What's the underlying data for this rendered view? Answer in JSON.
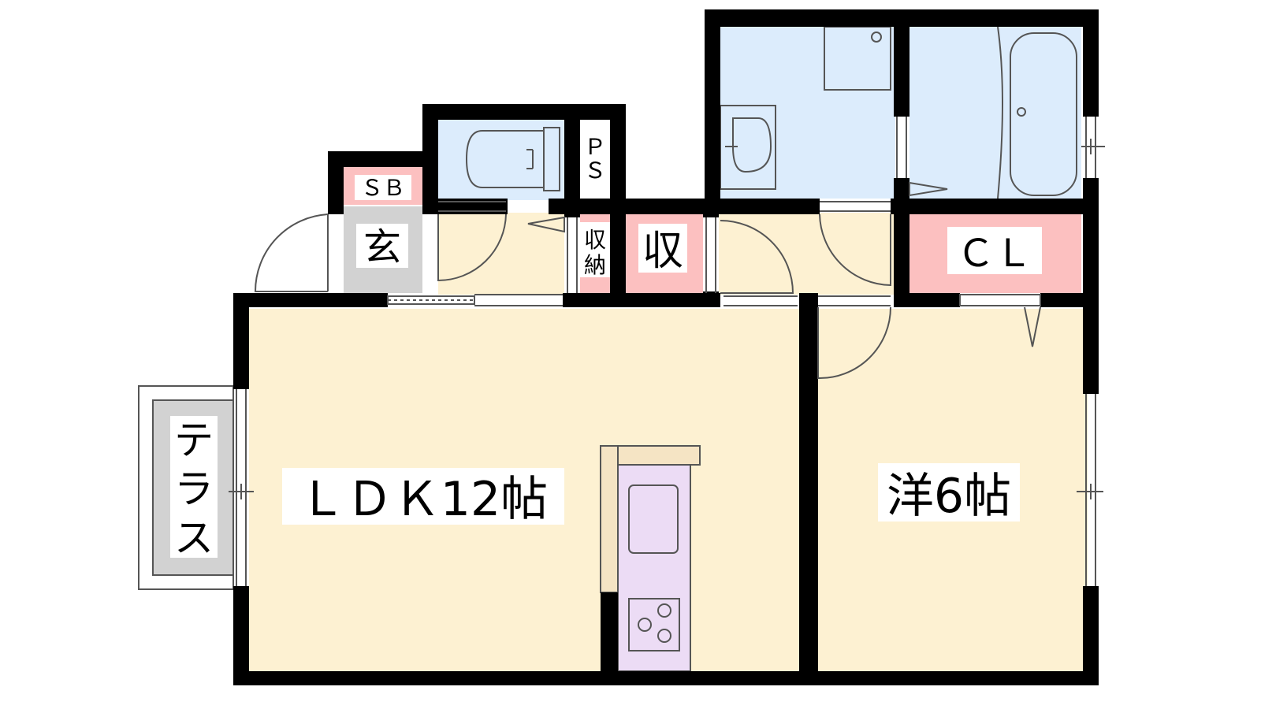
{
  "rooms": {
    "ldk": "ＬＤＫ12帖",
    "western": "洋6帖",
    "terrace": "テラス",
    "entrance": "玄",
    "shoe_box": "ＳＢ",
    "pipe_space_1": "Ｐ",
    "pipe_space_2": "Ｓ",
    "storage_small_1": "収",
    "storage_small_2": "納",
    "storage": "収",
    "closet": "ＣＬ"
  },
  "colors": {
    "wall": "#000000",
    "room_floor": "#fdf1d2",
    "wet_area": "#dcecfc",
    "storage": "#fcc0c0",
    "entrance": "#d2d2d2",
    "kitchen": "#ecdcf5",
    "kitchen_counter": "#f5e4c4"
  }
}
